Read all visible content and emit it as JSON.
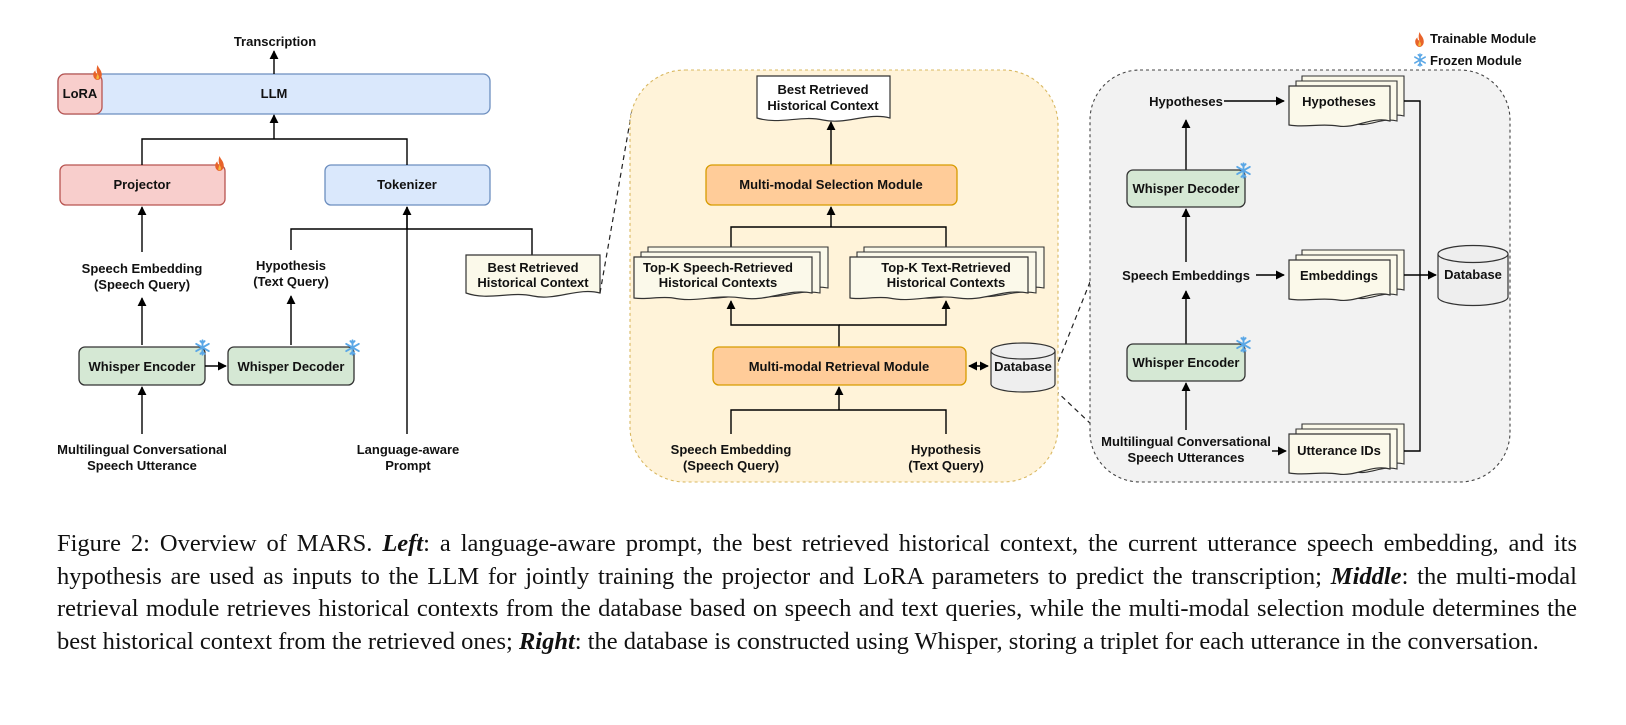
{
  "legend": {
    "trainable": "Trainable Module",
    "frozen": "Frozen Module"
  },
  "left": {
    "transcription": "Transcription",
    "lora": "LoRA",
    "llm": "LLM",
    "projector": "Projector",
    "tokenizer": "Tokenizer",
    "speech_embedding": [
      "Speech Embedding",
      "(Speech Query)"
    ],
    "hypothesis": [
      "Hypothesis",
      "(Text Query)"
    ],
    "best_context": [
      "Best Retrieved",
      "Historical Context"
    ],
    "whisper_encoder": "Whisper Encoder",
    "whisper_decoder": "Whisper Decoder",
    "utterance": [
      "Multilingual Conversational",
      "Speech Utterance"
    ],
    "prompt": [
      "Language-aware",
      "Prompt"
    ]
  },
  "middle": {
    "best_context": [
      "Best Retrieved",
      "Historical Context"
    ],
    "selection_module": "Multi-modal Selection Module",
    "speech_retrieved": [
      "Top-K Speech-Retrieved",
      "Historical Contexts"
    ],
    "text_retrieved": [
      "Top-K Text-Retrieved",
      "Historical Contexts"
    ],
    "retrieval_module": "Multi-modal Retrieval Module",
    "database": "Database",
    "speech_query": [
      "Speech Embedding",
      "(Speech Query)"
    ],
    "text_query": [
      "Hypothesis",
      "(Text Query)"
    ]
  },
  "right": {
    "hypotheses_label": "Hypotheses",
    "hypotheses_doc": "Hypotheses",
    "whisper_decoder": "Whisper Decoder",
    "speech_embeddings": "Speech Embeddings",
    "embeddings_doc": "Embeddings",
    "database": "Database",
    "whisper_encoder": "Whisper Encoder",
    "utterances": [
      "Multilingual Conversational",
      "Speech Utterances"
    ],
    "utterance_ids": "Utterance IDs"
  },
  "caption": {
    "lead": "Figure 2: Overview of MARS. ",
    "left_label": "Left",
    "left_text": ": a language-aware prompt, the best retrieved historical context, the current utterance speech embedding, and its hypothesis are used as inputs to the LLM for jointly training the projector and LoRA parameters to predict the transcription; ",
    "middle_label": "Middle",
    "middle_text": ": the multi-modal retrieval module retrieves historical contexts from the database based on speech and text queries, while the multi-modal selection module determines the best historical context from the retrieved ones; ",
    "right_label": "Right",
    "right_text": ": the database is constructed using Whisper, storing a triplet for each utterance in the conversation."
  },
  "colors": {
    "trainable_fill": "#f8cecc",
    "trainable_stroke": "#b85450",
    "llm_fill": "#dae8fc",
    "llm_stroke": "#6c8ebf",
    "frozen_fill": "#d5e8d4",
    "frozen_stroke": "#333333",
    "module_fill": "#ffcc99",
    "module_stroke": "#d79b00",
    "doc_fill": "#fbf9ea",
    "middle_panel": "#fff3d9",
    "right_panel": "#f2f2f2",
    "flame": "#e8632a",
    "snow": "#5aa7e6"
  }
}
